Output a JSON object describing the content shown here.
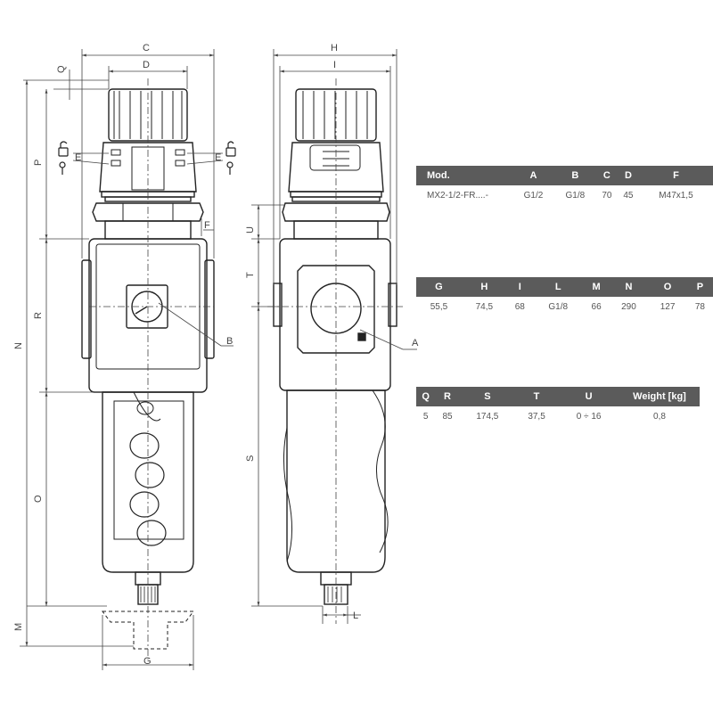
{
  "dimension_labels": {
    "C": "C",
    "D": "D",
    "Q": "Q",
    "P": "P",
    "N": "N",
    "R": "R",
    "O": "O",
    "M": "M",
    "G": "G",
    "E": "E",
    "F": "F",
    "B": "B",
    "H": "H",
    "I": "I",
    "U": "U",
    "T": "T",
    "S": "S",
    "L": "L",
    "A": "A"
  },
  "table1": {
    "headers": [
      "Mod.",
      "A",
      "B",
      "C",
      "D",
      "F"
    ],
    "row": [
      "MX2-1/2-FR....-",
      "G1/2",
      "G1/8",
      "70",
      "45",
      "M47x1,5"
    ]
  },
  "table2": {
    "headers": [
      "G",
      "H",
      "I",
      "L",
      "M",
      "N",
      "O",
      "P"
    ],
    "row": [
      "55,5",
      "74,5",
      "68",
      "G1/8",
      "66",
      "290",
      "127",
      "78"
    ]
  },
  "table3": {
    "headers": [
      "Q",
      "R",
      "S",
      "T",
      "U",
      "Weight [kg]"
    ],
    "row": [
      "5",
      "85",
      "174,5",
      "37,5",
      "0 ÷ 16",
      "0,8"
    ]
  },
  "colors": {
    "header_bg": "#5b5b5b",
    "header_text": "#ffffff",
    "line": "#222222",
    "dim_line": "#444444"
  }
}
